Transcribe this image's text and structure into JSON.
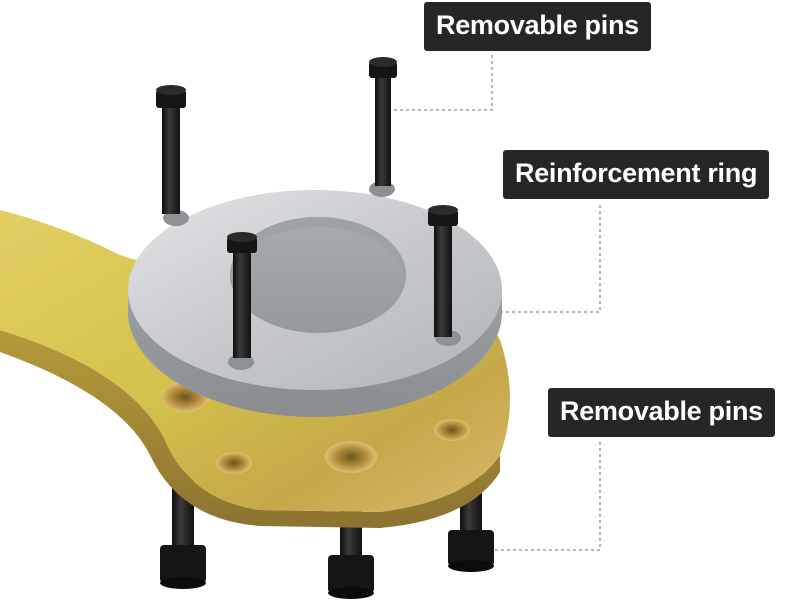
{
  "callouts": {
    "top_label": "Removable pins",
    "middle_label": "Reinforcement ring",
    "bottom_label": "Removable pins"
  },
  "colors": {
    "wrench_plate": "#cfc24a",
    "ring_steel": "#c9cbce",
    "pin_black": "#1b1b1b",
    "label_bg": "#262626",
    "label_text": "#ffffff"
  }
}
